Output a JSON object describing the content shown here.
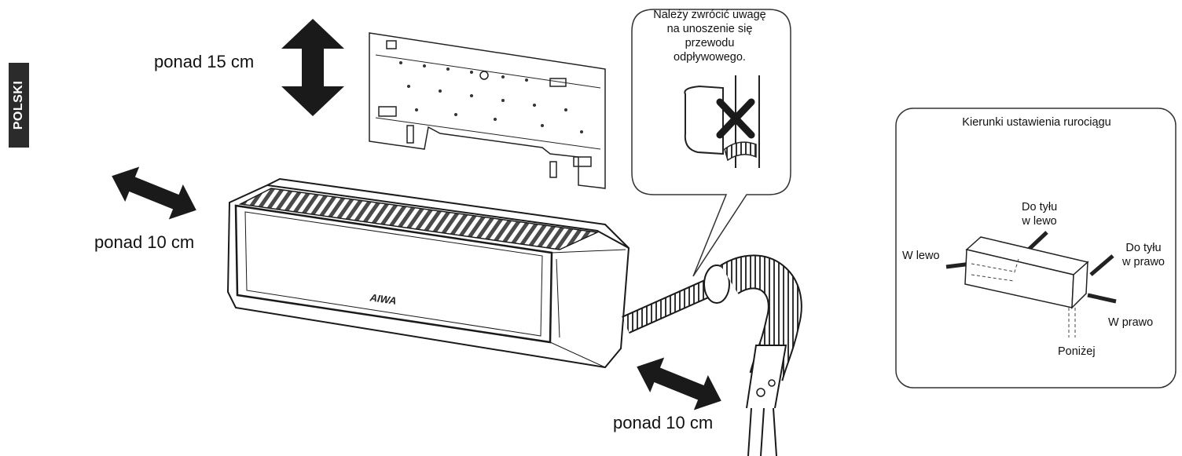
{
  "side_tab": "POLSKI",
  "labels": {
    "top_clearance": "ponad 15 cm",
    "left_clearance": "ponad 10 cm",
    "bottom_clearance": "ponad 10 cm"
  },
  "callout": {
    "line1": "Należy zwrócić uwagę",
    "line2": "na unoszenie się przewodu",
    "line3": "odpływowego."
  },
  "unit_brand": "AIWA",
  "piping_panel": {
    "title": "Kierunki ustawienia rurociągu",
    "left": "W lewo",
    "back_left_1": "Do tyłu",
    "back_left_2": "w lewo",
    "back_right_1": "Do tyłu",
    "back_right_2": "w prawo",
    "right": "W prawo",
    "below": "Poniżej"
  },
  "colors": {
    "ink": "#111111",
    "tab_bg": "#2b2b2b",
    "arrow": "#1a1a1a"
  },
  "icons": [
    "double-arrow-vertical-icon",
    "double-arrow-diagonal-icon",
    "cross-mark-icon"
  ]
}
